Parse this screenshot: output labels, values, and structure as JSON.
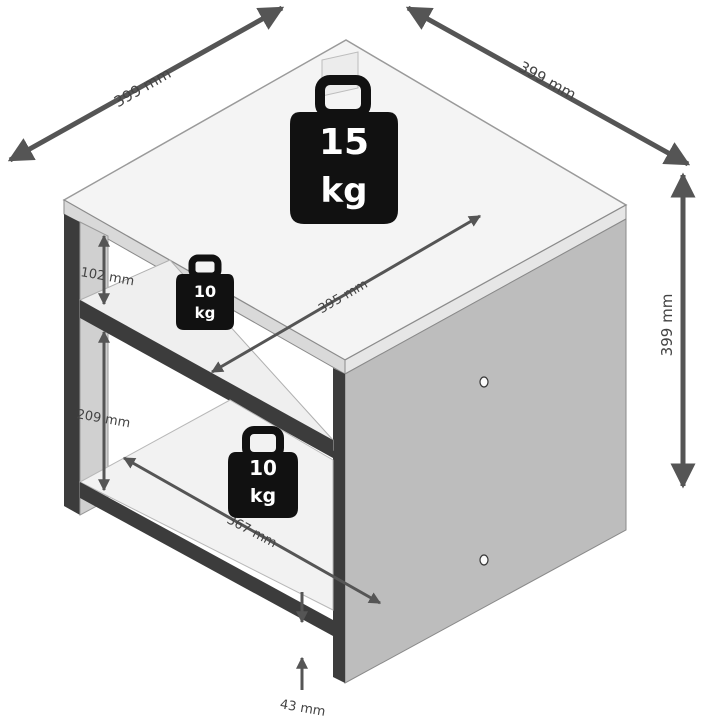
{
  "dimensions": {
    "width": "399 mm",
    "depth": "399 mm",
    "height": "399 mm",
    "top_gap": "102 mm",
    "middle_gap": "209 mm",
    "inner_depth_upper": "395 mm",
    "inner_depth_lower": "367 mm",
    "base_height": "43 mm"
  },
  "loads": {
    "top": {
      "value": "15",
      "unit": "kg"
    },
    "upper_shelf": {
      "value": "10",
      "unit": "kg"
    },
    "lower_shelf": {
      "value": "10",
      "unit": "kg"
    }
  },
  "colors": {
    "panel_dark": "#3c3c3c",
    "panel_side": "#bdbdbd",
    "panel_light": "#f2f2f2",
    "arrow": "#555555",
    "weight": "#111111"
  }
}
